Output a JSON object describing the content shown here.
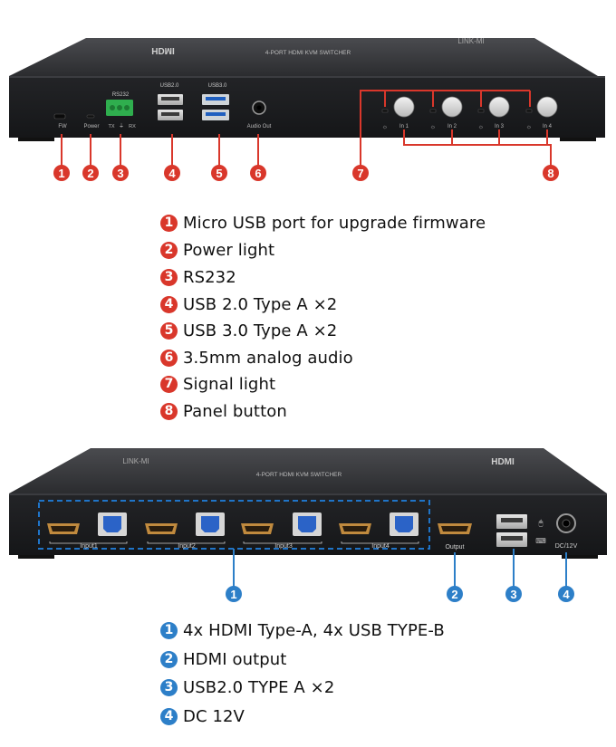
{
  "colors": {
    "red": "#d9372b",
    "blue": "#2d7fc8",
    "device": "#2a2b2e",
    "panel": "#1c1d1f",
    "dash": "#1f74c8"
  },
  "front": {
    "brand": "HDMI",
    "model_text": "4-PORT HDMI KVM SWITCHER",
    "logo": "LINK-MI",
    "port_labels": {
      "fw": "FW",
      "power": "Power",
      "rs232": "RS232",
      "tx": "TX",
      "gnd": "⏚",
      "rx": "RX",
      "usb2": "USB2.0",
      "usb3": "USB3.0",
      "audio": "Audio Out"
    },
    "inputs": [
      "In 1",
      "In 2",
      "In 3",
      "In 4"
    ],
    "callouts": [
      "1",
      "2",
      "3",
      "4",
      "5",
      "6",
      "7",
      "8"
    ]
  },
  "front_legend": [
    {
      "n": "1",
      "text": "Micro USB port for upgrade firmware"
    },
    {
      "n": "2",
      "text": "Power light"
    },
    {
      "n": "3",
      "text": "RS232"
    },
    {
      "n": "4",
      "text": "USB 2.0 Type A ×2"
    },
    {
      "n": "5",
      "text": "USB 3.0 Type A ×2"
    },
    {
      "n": "6",
      "text": "3.5mm analog audio"
    },
    {
      "n": "7",
      "text": "Signal light"
    },
    {
      "n": "8",
      "text": "Panel button"
    }
  ],
  "rear": {
    "logo": "LINK-MI",
    "model_text": "4-PORT HDMI KVM SWITCHER",
    "brand": "HDMI",
    "inputs": [
      "Input1",
      "Input2",
      "Input3",
      "Input4"
    ],
    "output": "Output",
    "dc": "DC/12V",
    "callouts": [
      "1",
      "2",
      "3",
      "4"
    ]
  },
  "rear_legend": [
    {
      "n": "1",
      "text": "4x HDMI Type-A, 4x USB TYPE-B"
    },
    {
      "n": "2",
      "text": "HDMI output"
    },
    {
      "n": "3",
      "text": "USB2.0 TYPE A ×2"
    },
    {
      "n": "4",
      "text": "DC 12V"
    }
  ]
}
